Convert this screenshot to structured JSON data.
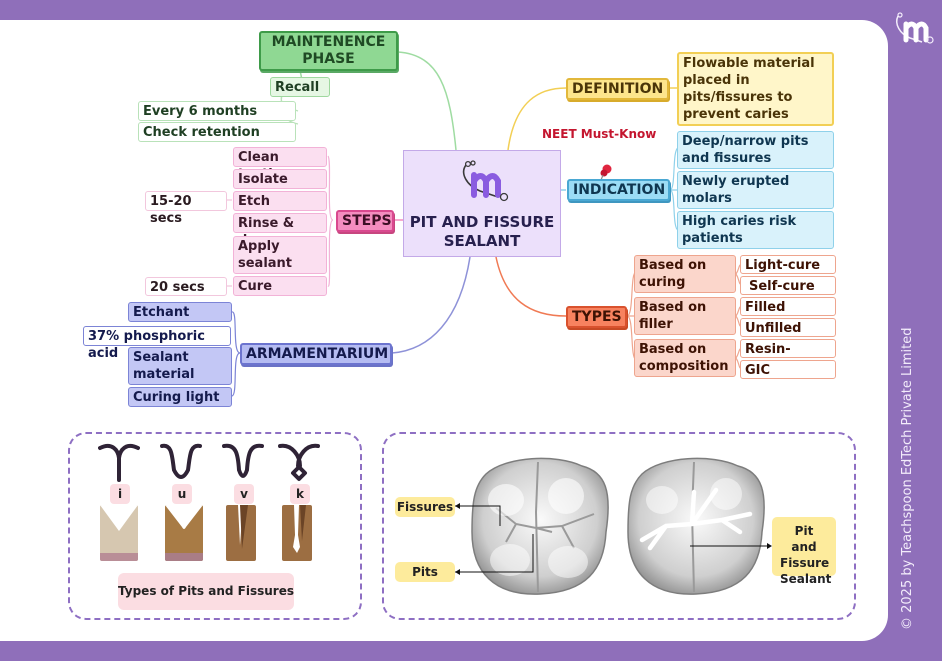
{
  "branding": {
    "logo_icon": "medistudygo-stethoscope-m-logo",
    "copyright": "© 2025 by Teachspoon EdTech Private Limited"
  },
  "center": {
    "title_line1": "PIT AND FISSURE",
    "title_line2": "SEALANT",
    "icon": "medistudygo-stethoscope-m-logo"
  },
  "maintenance": {
    "title_line1": "MAINTENENCE",
    "title_line2": "PHASE",
    "sub": "Recall",
    "leaves": [
      "Every 6 months",
      "Check retention"
    ]
  },
  "steps": {
    "title": "STEPS",
    "items": [
      "Clean tooth",
      "Isolate",
      "Etch",
      "Rinse & dry",
      "Apply sealant",
      "Cure"
    ],
    "notes": {
      "etch": "15-20 secs",
      "cure": "20 secs"
    }
  },
  "armamentarium": {
    "title": "ARMAMENTARIUM",
    "items": [
      "Etchant",
      "Sealant material",
      "Curing light"
    ],
    "notes": {
      "etchant": "37% phosphoric acid"
    }
  },
  "definition": {
    "title": "DEFINITION",
    "text": "Flowable material placed in pits/fissures to prevent caries"
  },
  "indication": {
    "badge": "NEET Must-Know",
    "badge_icon": "pushpin-icon",
    "title": "INDICATION",
    "items": [
      "Deep/narrow pits and fissures",
      "Newly erupted molars",
      "High caries risk patients"
    ]
  },
  "types": {
    "title": "TYPES",
    "groups": [
      {
        "label": "Based on curing",
        "items": [
          "Light-cure",
          "Self-cure"
        ]
      },
      {
        "label": "Based on filler",
        "items": [
          "Filled",
          "Unfilled"
        ]
      },
      {
        "label": "Based on composition",
        "items": [
          "Resin-based",
          "GIC"
        ]
      }
    ]
  },
  "pit_types_panel": {
    "labels": [
      "i",
      "u",
      "v",
      "k"
    ],
    "caption": "Types of Pits and Fissures"
  },
  "molar_panel": {
    "labels": {
      "fissures": "Fissures",
      "pits": "Pits",
      "sealant": "Pit and Fissure Sealant"
    }
  },
  "colors": {
    "frame": "#8f6fba",
    "maintenance": "#8fd893",
    "steps": "#f48cbf",
    "armamentarium": "#b5bcf2",
    "definition": "#fde58c",
    "indication": "#9bdcf5",
    "types": "#f7825f",
    "center": "#ece0fb",
    "neet": "#c4162f"
  }
}
